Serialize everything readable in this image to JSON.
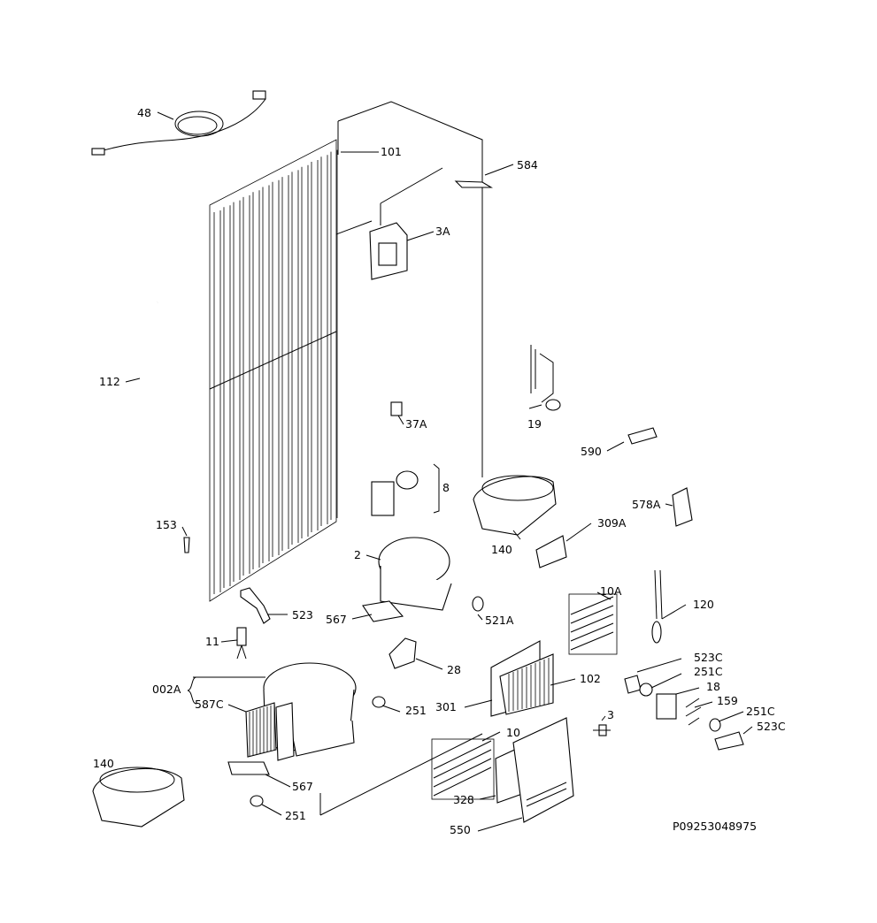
{
  "diagram": {
    "reference": "P09253048975",
    "labels": {
      "l48": "48",
      "l101": "101",
      "l584": "584",
      "l3A": "3A",
      "l112": "112",
      "l19": "19",
      "l37A": "37A",
      "l590": "590",
      "l8": "8",
      "l578A": "578A",
      "l153": "153",
      "l309A": "309A",
      "l140a": "140",
      "l2": "2",
      "l10A": "10A",
      "l120": "120",
      "l523": "523",
      "l567a": "567",
      "l521A": "521A",
      "l11": "11",
      "l28": "28",
      "l523C_a": "523C",
      "l251C_a": "251C",
      "l002A": "002A",
      "l18": "18",
      "l102": "102",
      "l587C": "587C",
      "l251a": "251",
      "l301": "301",
      "l159": "159",
      "l251C_b": "251C",
      "l523C_b": "523C",
      "l3": "3",
      "l10": "10",
      "l140b": "140",
      "l567b": "567",
      "l328": "328",
      "l251b": "251",
      "l550": "550"
    }
  }
}
